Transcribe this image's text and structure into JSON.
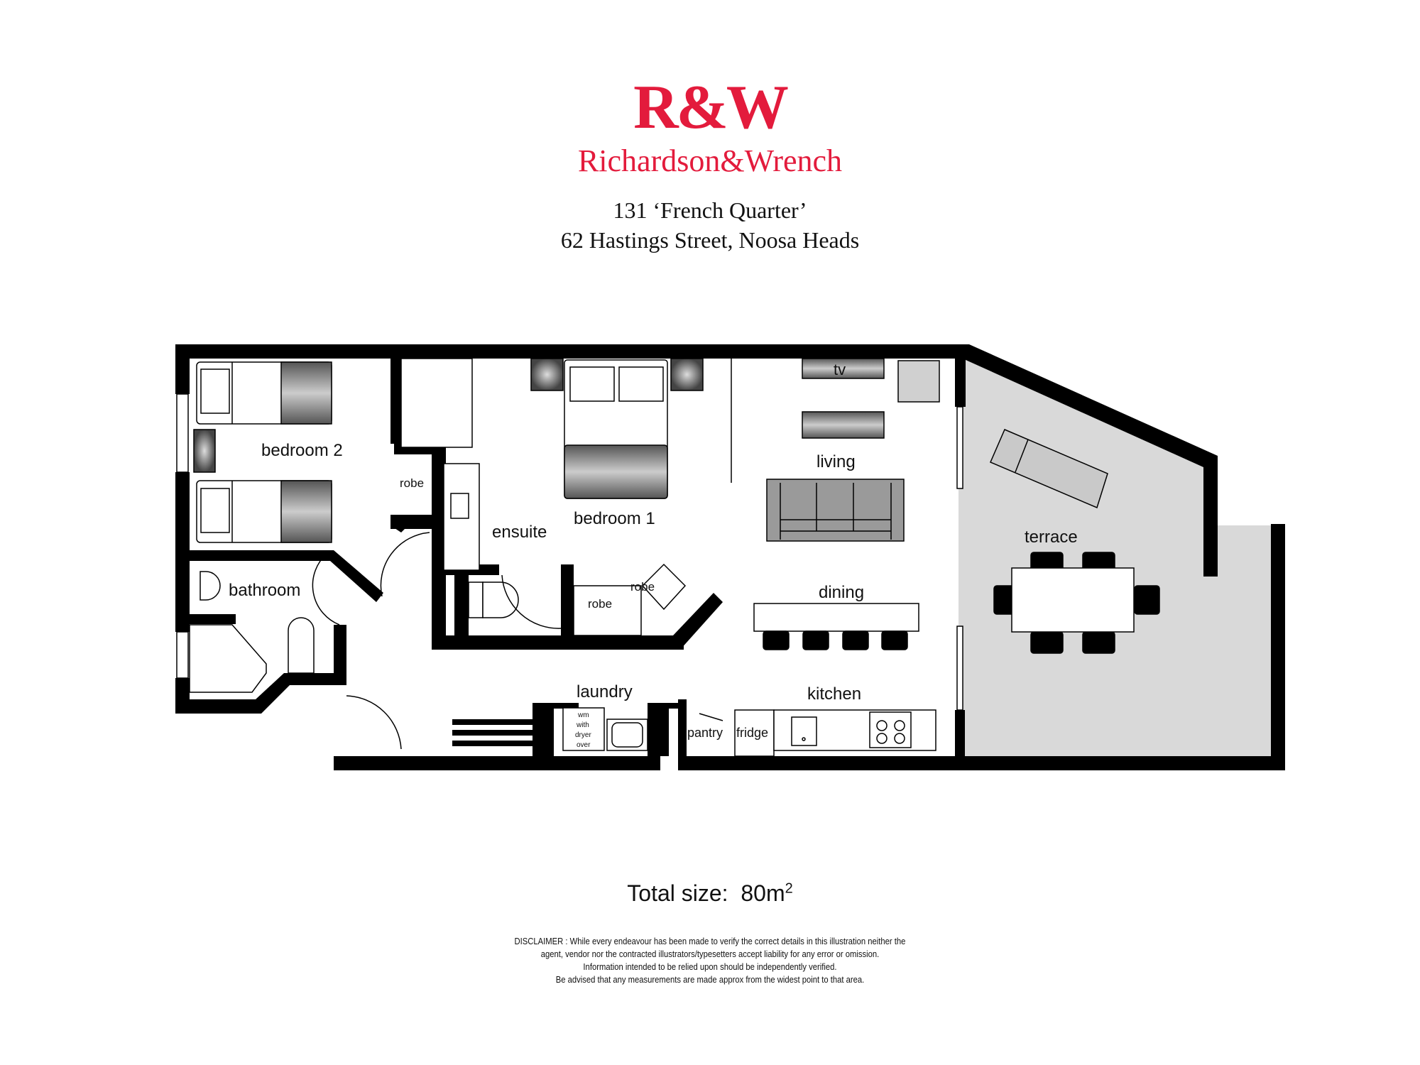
{
  "brand": {
    "logo_mark": "R&W",
    "name": "Richardson&Wrench",
    "color": "#e31b3c"
  },
  "property": {
    "line1": "131 ‘French Quarter’",
    "line2": "62 Hastings Street, Noosa Heads"
  },
  "rooms": {
    "bedroom2": "bedroom 2",
    "robe_bed2": "robe",
    "bathroom": "bathroom",
    "ensuite": "ensuite",
    "bedroom1": "bedroom 1",
    "robe_a": "robe",
    "robe_b": "robe",
    "tv": "tv",
    "living": "living",
    "dining": "dining",
    "kitchen": "kitchen",
    "laundry": "laundry",
    "wm_line1": "wm",
    "wm_line2": "with",
    "wm_line3": "dryer",
    "wm_line4": "over",
    "pantry": "pantry",
    "fridge": "fridge",
    "terrace": "terrace"
  },
  "total_size": {
    "label": "Total size:",
    "value": "80m",
    "unit_sup": "2"
  },
  "colors": {
    "wall": "#000000",
    "terrace_fill": "#d9d9d9",
    "furniture_grey": "#8a8a8a"
  },
  "disclaimer": [
    "DISCLAIMER : While every endeavour has been made to verify the correct details in this illustration neither the",
    "agent, vendor nor the contracted illustrators/typesetters accept liability for any error or omission.",
    "Information intended to be relied upon should be independently verified.",
    "Be advised that any measurements are made approx from the widest point to that area."
  ]
}
